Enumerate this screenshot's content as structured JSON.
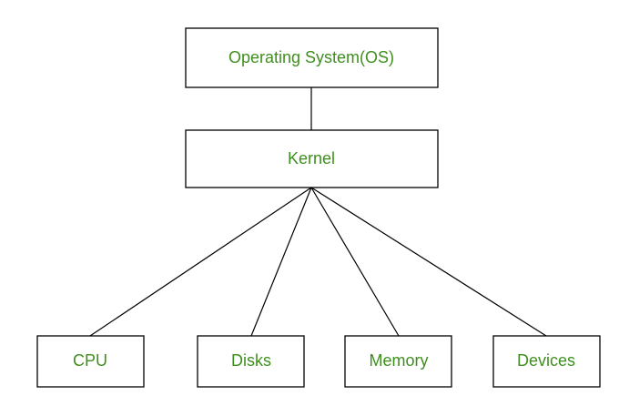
{
  "colors": {
    "label_text": "#3f8f1f",
    "box_border": "#000000",
    "connector": "#000000",
    "background": "#ffffff"
  },
  "nodes": {
    "os": {
      "label": "Operating System(OS)"
    },
    "kernel": {
      "label": "Kernel"
    },
    "cpu": {
      "label": "CPU"
    },
    "disks": {
      "label": "Disks"
    },
    "memory": {
      "label": "Memory"
    },
    "devices": {
      "label": "Devices"
    }
  },
  "edges": [
    {
      "from": "os",
      "to": "kernel"
    },
    {
      "from": "kernel",
      "to": "cpu"
    },
    {
      "from": "kernel",
      "to": "disks"
    },
    {
      "from": "kernel",
      "to": "memory"
    },
    {
      "from": "kernel",
      "to": "devices"
    }
  ]
}
